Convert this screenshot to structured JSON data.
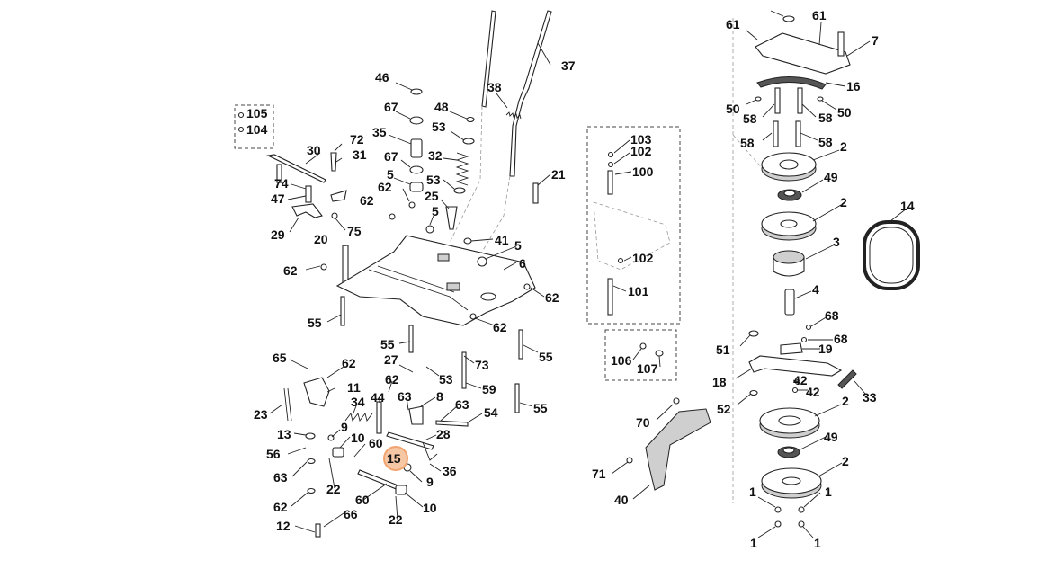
{
  "diagram": {
    "highlight_color": "#f2a470",
    "highlighted_callout": "15",
    "callouts": [
      {
        "id": "c105",
        "text": "105"
      },
      {
        "id": "c104",
        "text": "104"
      },
      {
        "id": "c46",
        "text": "46"
      },
      {
        "id": "c67a",
        "text": "67"
      },
      {
        "id": "c48",
        "text": "48"
      },
      {
        "id": "c38",
        "text": "38"
      },
      {
        "id": "c37",
        "text": "37"
      },
      {
        "id": "c35",
        "text": "35"
      },
      {
        "id": "c53a",
        "text": "53"
      },
      {
        "id": "c72",
        "text": "72"
      },
      {
        "id": "c31",
        "text": "31"
      },
      {
        "id": "c30",
        "text": "30"
      },
      {
        "id": "c67b",
        "text": "67"
      },
      {
        "id": "c32",
        "text": "32"
      },
      {
        "id": "c5a",
        "text": "5"
      },
      {
        "id": "c53b",
        "text": "53"
      },
      {
        "id": "c74",
        "text": "74"
      },
      {
        "id": "c62a",
        "text": "62"
      },
      {
        "id": "c62b",
        "text": "62"
      },
      {
        "id": "c25",
        "text": "25"
      },
      {
        "id": "c47",
        "text": "47"
      },
      {
        "id": "c5b",
        "text": "5"
      },
      {
        "id": "c29",
        "text": "29"
      },
      {
        "id": "c75",
        "text": "75"
      },
      {
        "id": "c20",
        "text": "20"
      },
      {
        "id": "c41",
        "text": "41"
      },
      {
        "id": "c5c",
        "text": "5"
      },
      {
        "id": "c62c",
        "text": "62"
      },
      {
        "id": "c6",
        "text": "6"
      },
      {
        "id": "c62d",
        "text": "62"
      },
      {
        "id": "c55a",
        "text": "55"
      },
      {
        "id": "c62e",
        "text": "62"
      },
      {
        "id": "c55b",
        "text": "55"
      },
      {
        "id": "c55c",
        "text": "55"
      },
      {
        "id": "c65",
        "text": "65"
      },
      {
        "id": "c62f",
        "text": "62"
      },
      {
        "id": "c27",
        "text": "27"
      },
      {
        "id": "c73",
        "text": "73"
      },
      {
        "id": "c53c",
        "text": "53"
      },
      {
        "id": "c62g",
        "text": "62"
      },
      {
        "id": "c11",
        "text": "11"
      },
      {
        "id": "c59",
        "text": "59"
      },
      {
        "id": "c34",
        "text": "34"
      },
      {
        "id": "c44",
        "text": "44"
      },
      {
        "id": "c63a",
        "text": "63"
      },
      {
        "id": "c8",
        "text": "8"
      },
      {
        "id": "c63b",
        "text": "63"
      },
      {
        "id": "c55d",
        "text": "55"
      },
      {
        "id": "c23",
        "text": "23"
      },
      {
        "id": "c54",
        "text": "54"
      },
      {
        "id": "c13",
        "text": "13"
      },
      {
        "id": "c9a",
        "text": "9"
      },
      {
        "id": "c10a",
        "text": "10"
      },
      {
        "id": "c28",
        "text": "28"
      },
      {
        "id": "c56",
        "text": "56"
      },
      {
        "id": "c60a",
        "text": "60"
      },
      {
        "id": "c15",
        "text": "15"
      },
      {
        "id": "c36",
        "text": "36"
      },
      {
        "id": "c63c",
        "text": "63"
      },
      {
        "id": "c9b",
        "text": "9"
      },
      {
        "id": "c22a",
        "text": "22"
      },
      {
        "id": "c60b",
        "text": "60"
      },
      {
        "id": "c62h",
        "text": "62"
      },
      {
        "id": "c66",
        "text": "66"
      },
      {
        "id": "c10b",
        "text": "10"
      },
      {
        "id": "c22b",
        "text": "22"
      },
      {
        "id": "c12",
        "text": "12"
      },
      {
        "id": "c103",
        "text": "103"
      },
      {
        "id": "c102a",
        "text": "102"
      },
      {
        "id": "c100",
        "text": "100"
      },
      {
        "id": "c21",
        "text": "21"
      },
      {
        "id": "c102b",
        "text": "102"
      },
      {
        "id": "c101",
        "text": "101"
      },
      {
        "id": "c106",
        "text": "106"
      },
      {
        "id": "c107",
        "text": "107"
      },
      {
        "id": "c70",
        "text": "70"
      },
      {
        "id": "c71",
        "text": "71"
      },
      {
        "id": "c40",
        "text": "40"
      },
      {
        "id": "c61a",
        "text": "61"
      },
      {
        "id": "c61b",
        "text": "61"
      },
      {
        "id": "c7",
        "text": "7"
      },
      {
        "id": "c16",
        "text": "16"
      },
      {
        "id": "c50a",
        "text": "50"
      },
      {
        "id": "c58a",
        "text": "58"
      },
      {
        "id": "c58b",
        "text": "58"
      },
      {
        "id": "c50b",
        "text": "50"
      },
      {
        "id": "c58c",
        "text": "58"
      },
      {
        "id": "c58d",
        "text": "58"
      },
      {
        "id": "c2a",
        "text": "2"
      },
      {
        "id": "c49a",
        "text": "49"
      },
      {
        "id": "c2b",
        "text": "2"
      },
      {
        "id": "c14",
        "text": "14"
      },
      {
        "id": "c3",
        "text": "3"
      },
      {
        "id": "c4",
        "text": "4"
      },
      {
        "id": "c68a",
        "text": "68"
      },
      {
        "id": "c51",
        "text": "51"
      },
      {
        "id": "c68b",
        "text": "68"
      },
      {
        "id": "c19",
        "text": "19"
      },
      {
        "id": "c18",
        "text": "18"
      },
      {
        "id": "c42a",
        "text": "42"
      },
      {
        "id": "c42b",
        "text": "42"
      },
      {
        "id": "c33",
        "text": "33"
      },
      {
        "id": "c52",
        "text": "52"
      },
      {
        "id": "c2c",
        "text": "2"
      },
      {
        "id": "c49b",
        "text": "49"
      },
      {
        "id": "c2d",
        "text": "2"
      },
      {
        "id": "c1a",
        "text": "1"
      },
      {
        "id": "c1b",
        "text": "1"
      },
      {
        "id": "c1c",
        "text": "1"
      },
      {
        "id": "c1d",
        "text": "1"
      }
    ]
  }
}
